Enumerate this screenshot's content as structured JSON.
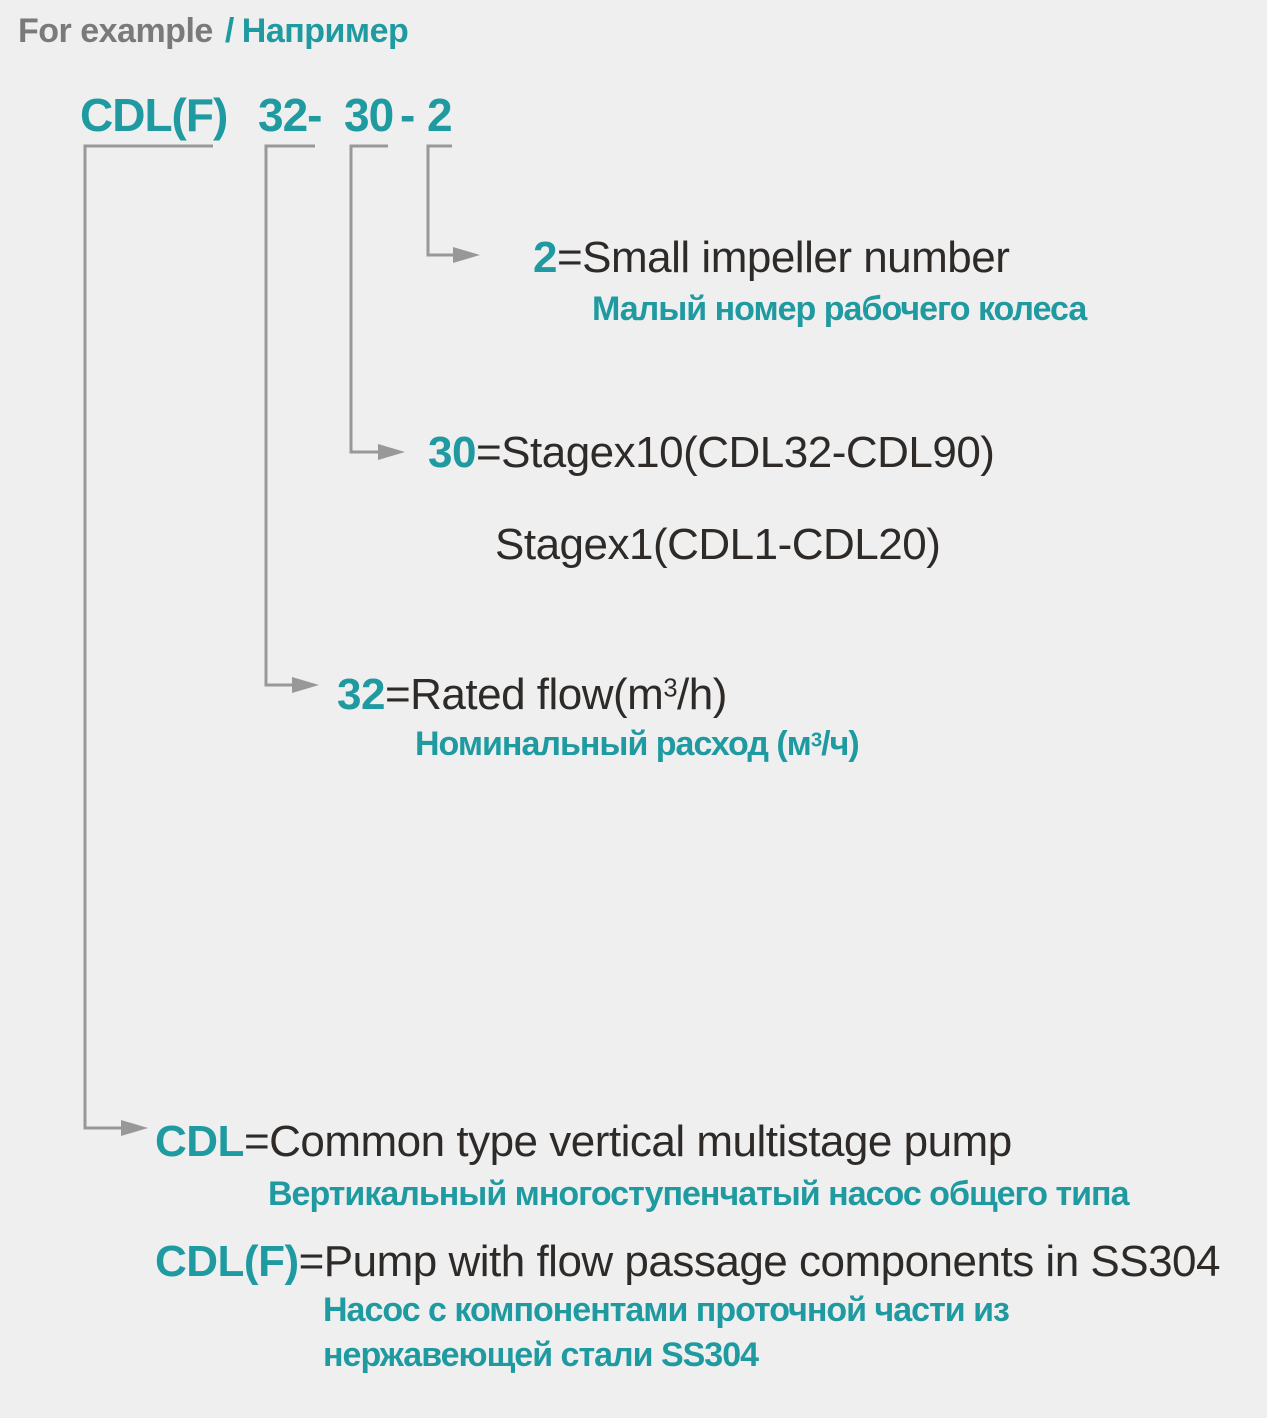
{
  "colors": {
    "background": "#efefef",
    "teal_accent": "#1e9aa0",
    "dark_text": "#2e2a28",
    "title_gray": "#7a7a7a",
    "connector_gray": "#98989a"
  },
  "title": {
    "en": "For example",
    "sep": "/",
    "ru": "Например"
  },
  "model_code": {
    "series": "CDL(F)",
    "flow": "32-",
    "stage": "30",
    "dash": "-",
    "impeller": "2"
  },
  "legend": {
    "impeller": {
      "code": "2",
      "en": "=Small impeller number",
      "ru": "Малый номер рабочего колеса"
    },
    "stage": {
      "code": "30",
      "en": "=Stagex10(CDL32-CDL90)",
      "alt": "Stagex1(CDL1-CDL20)"
    },
    "flow": {
      "code": "32",
      "en_pre": "=Rated flow(m",
      "en_sup": "3",
      "en_post": "/h)",
      "ru_pre": "Номинальный расход (м",
      "ru_sup": "3",
      "ru_post": "/ч)"
    },
    "cdl": {
      "code": "CDL",
      "en": "=Common type vertical multistage pump",
      "ru": "Вертикальный многоступенчатый насос общего типа"
    },
    "cdlf": {
      "code": "CDL(F)",
      "en": "=Pump with flow passage components in SS304",
      "ru1": "Насос с компонентами проточной части из",
      "ru2": "нержавеющей стали SS304"
    }
  }
}
